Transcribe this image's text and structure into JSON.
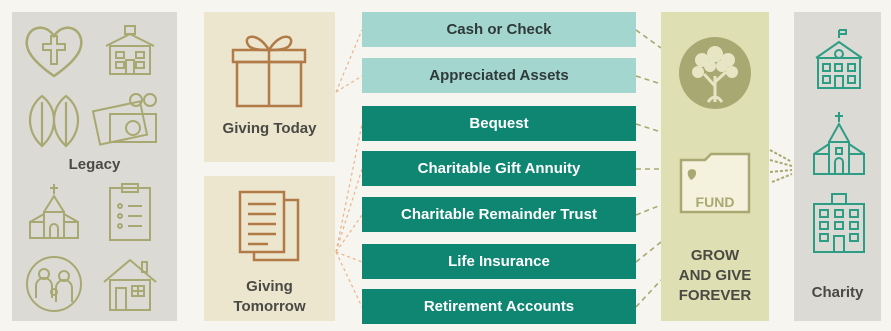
{
  "legacy": {
    "label": "Legacy"
  },
  "giving_today": {
    "label": "Giving Today"
  },
  "giving_tomorrow": {
    "line1": "Giving",
    "line2": "Tomorrow"
  },
  "vehicles": [
    "Cash or Check",
    "Appreciated Assets",
    "Bequest",
    "Charitable Gift Annuity",
    "Charitable Remainder Trust",
    "Life Insurance",
    "Retirement Accounts"
  ],
  "fund": {
    "folder_label": "FUND",
    "line1": "GROW",
    "line2": "AND GIVE",
    "line3": "FOREVER"
  },
  "charity": {
    "label": "Charity"
  },
  "colors": {
    "olive": "#a8a972",
    "brown": "#b17a47",
    "teal_dark": "#0f8672",
    "teal_light": "#a3d6cf",
    "green_icon": "#2e9d86"
  }
}
